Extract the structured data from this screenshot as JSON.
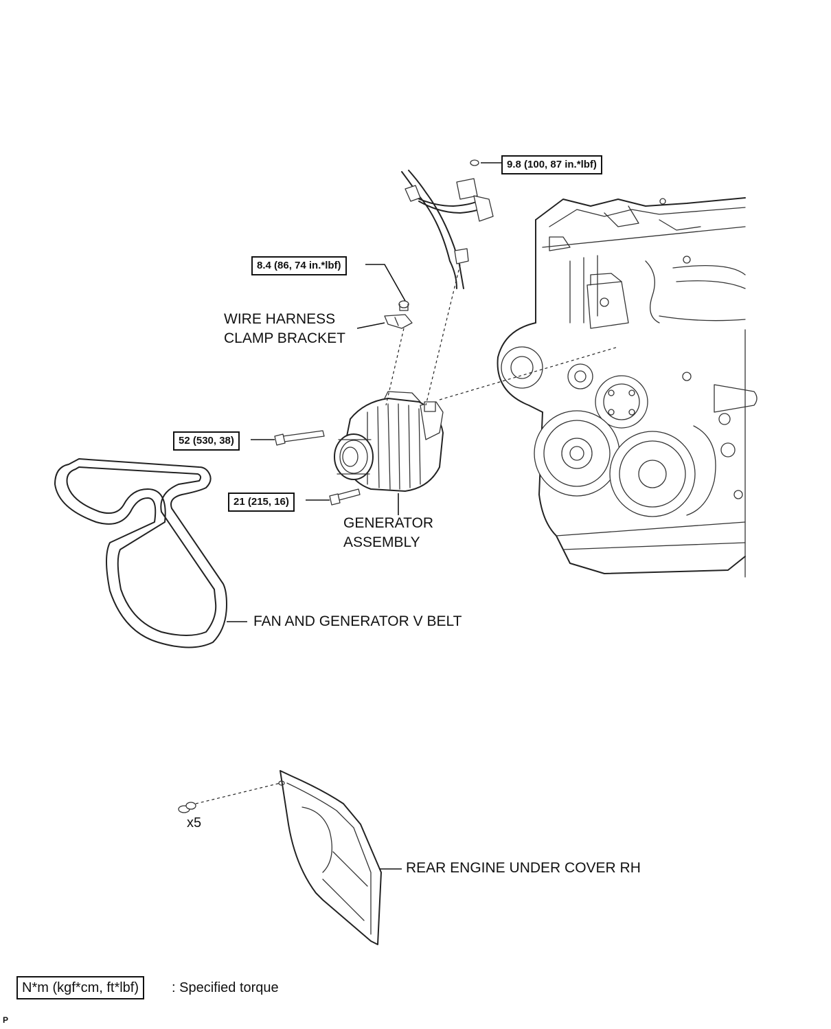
{
  "torque_specs": {
    "harness_top": "9.8 (100, 87 in.*lbf)",
    "clamp_bracket": "8.4 (86, 74 in.*lbf)",
    "generator_upper_bolt": "52 (530, 38)",
    "generator_lower_bolt": "21 (215, 16)"
  },
  "parts": {
    "clamp_bracket_line1": "WIRE HARNESS",
    "clamp_bracket_line2": "CLAMP BRACKET",
    "generator_line1": "GENERATOR",
    "generator_line2": "ASSEMBLY",
    "belt": "FAN AND GENERATOR V BELT",
    "under_cover": "REAR ENGINE UNDER COVER RH",
    "clip_count": "x5"
  },
  "legend": {
    "unit_box": "N*m (kgf*cm, ft*lbf)",
    "description": ": Specified torque"
  },
  "corner_mark": "P"
}
